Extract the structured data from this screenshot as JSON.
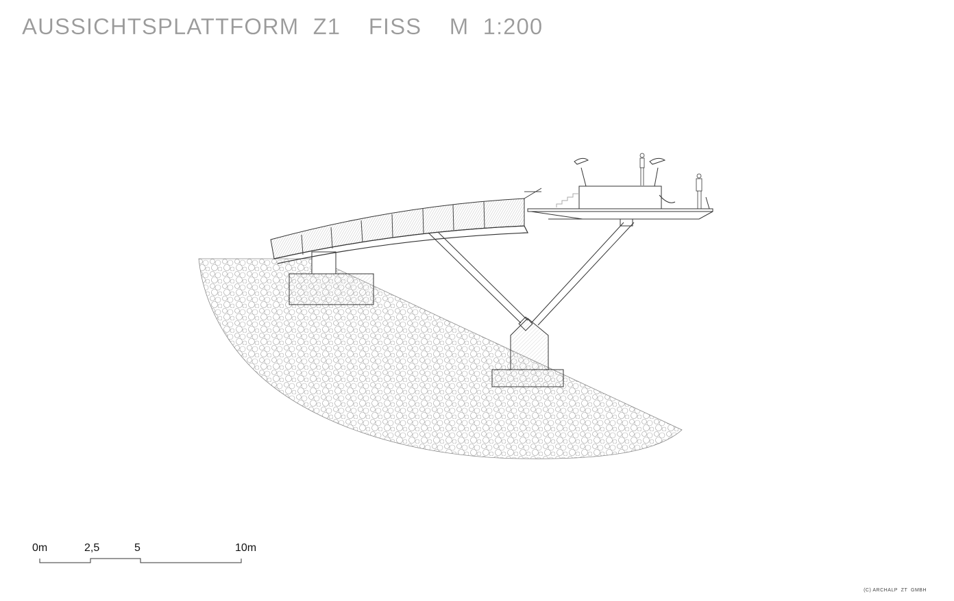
{
  "title": "AUSSICHTSPLATTFORM  Z1    FISS    M  1:200",
  "scale_bar": {
    "labels": [
      "0m",
      "2,5",
      "5",
      "10m"
    ]
  },
  "copyright": "(C) ARCHALP  ZT  GMBH"
}
